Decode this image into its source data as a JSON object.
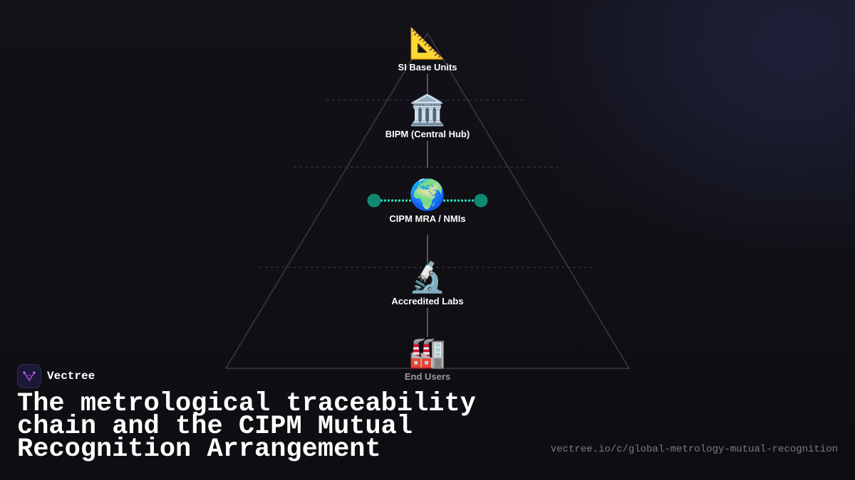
{
  "diagram": {
    "levels": [
      {
        "icon": "triangular-ruler-icon",
        "glyph": "📐",
        "label": "SI Base Units"
      },
      {
        "icon": "classical-building-icon",
        "glyph": "🏛️",
        "label": "BIPM (Central Hub)"
      },
      {
        "icon": "globe-icon",
        "glyph": "🌍",
        "label": "CIPM MRA / NMIs"
      },
      {
        "icon": "microscope-icon",
        "glyph": "🔬",
        "label": "Accredited Labs"
      },
      {
        "icon": "factory-icon",
        "glyph": "🏭",
        "label": "End Users"
      }
    ],
    "colors": {
      "pyramid_outline": "#3a3a40",
      "connector": "#6a6a70",
      "divider": "#3a3a42",
      "mra_dot": "#0e8a72",
      "mra_link": "#2de0c0"
    }
  },
  "brand": {
    "name": "Vectree",
    "logo_icon": "vectree-logo-icon"
  },
  "headline": "The metrological traceability chain and the CIPM Mutual Recognition Arrangement",
  "url": "vectree.io/c/global-metrology-mutual-recognition"
}
